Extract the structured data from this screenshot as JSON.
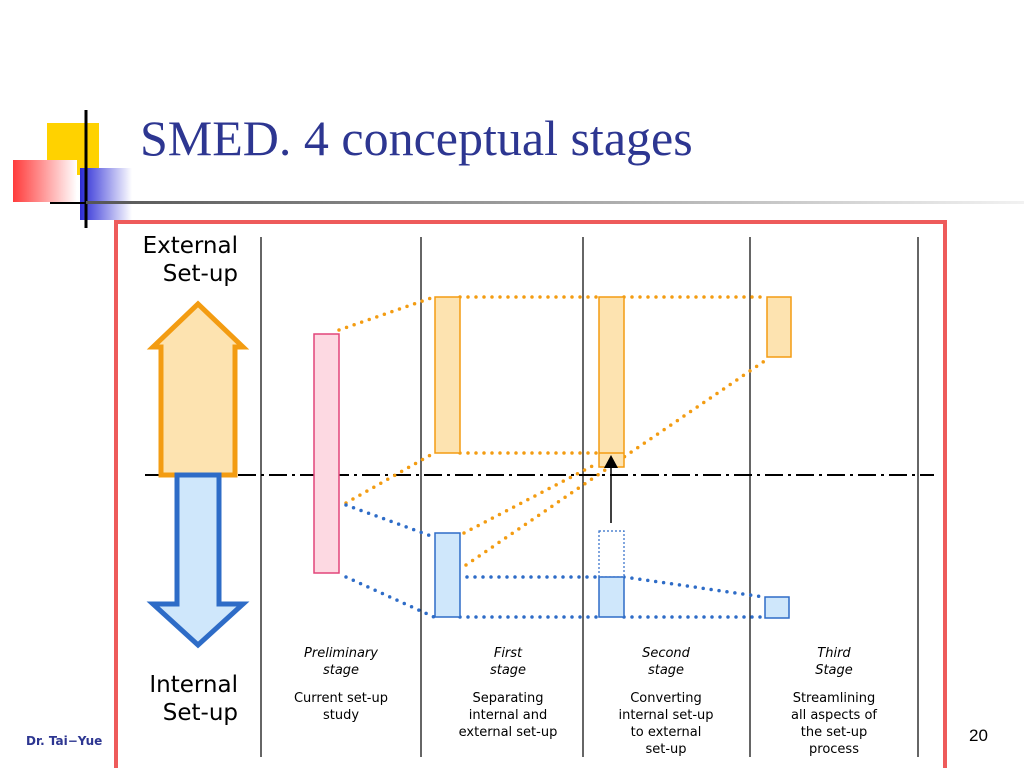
{
  "slide": {
    "title": "SMED. 4 conceptual stages",
    "footer_left": "Dr. Tai−Yue",
    "page_number": "20"
  },
  "diagram": {
    "top_label_line1": "External",
    "top_label_line2": "Set-up",
    "bottom_label_line1": "Internal",
    "bottom_label_line2": "Set-up",
    "stages": [
      {
        "name_line1": "Preliminary",
        "name_line2": "stage",
        "desc": [
          "Current set-up",
          "study"
        ]
      },
      {
        "name_line1": "First",
        "name_line2": "stage",
        "desc": [
          "Separating",
          "internal and",
          "external set-up"
        ]
      },
      {
        "name_line1": "Second",
        "name_line2": "stage",
        "desc": [
          "Converting",
          "internal set-up",
          "to external",
          "set-up"
        ]
      },
      {
        "name_line1": "Third",
        "name_line2": "Stage",
        "desc": [
          "Streamlining",
          "all aspects of",
          "the set-up",
          "process"
        ]
      }
    ]
  },
  "colors": {
    "title": "#2d3691",
    "frame": "#ee5b5b",
    "external_stroke": "#f39c12",
    "external_fill": "#fde3b0",
    "internal_stroke": "#2e6cc7",
    "internal_fill": "#cfe7fb",
    "preliminary_stroke": "#e2457a",
    "preliminary_fill": "#fdd9e2"
  }
}
